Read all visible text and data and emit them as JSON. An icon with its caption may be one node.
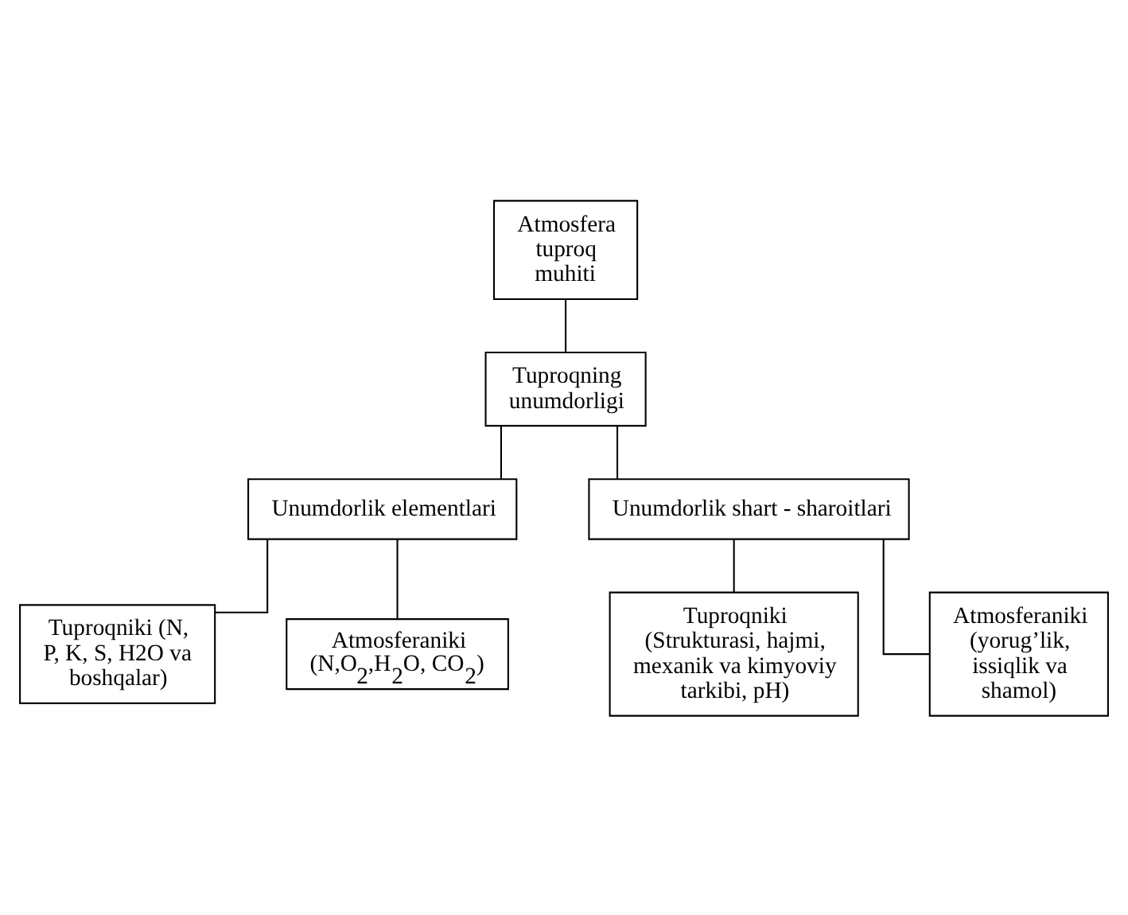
{
  "diagram": {
    "nodes": [
      {
        "text": [
          "Atmosfera tuproq muhiti"
        ]
      },
      {
        "text": [
          "Tuproqning unumdorligi"
        ]
      },
      {
        "text": [
          "Unumdorlik elementlari"
        ]
      },
      {
        "text": [
          "Unumdorlik shart - sharoitlari"
        ]
      },
      {
        "text": [
          "Tuproqniki (N, P, K, S, H2O va boshqalar)"
        ]
      },
      {
        "text": [
          "Tuproqniki (Strukturasi, hajmi, mexanik va kimyoviy tarkibi, pH)"
        ]
      },
      {
        "text": [
          "Atmosferaniki (N,O$_{2}$,H$_{2}$O, CO$_{2}$)"
        ]
      },
      {
        "text": [
          "Atmosferaniki (yorug’lik, issiqlik va shamol)"
        ]
      }
    ],
    "edges": [
      {
        "from": 0,
        "to": 1,
        "arrow": "none"
      },
      {
        "from": 1,
        "to": 2,
        "arrow": "none"
      },
      {
        "from": 1,
        "to": 3,
        "arrow": "none"
      },
      {
        "from": 2,
        "to": 4,
        "arrow": "none"
      },
      {
        "from": 2,
        "to": 6,
        "arrow": "none"
      },
      {
        "from": 3,
        "to": 5,
        "arrow": "none"
      },
      {
        "from": 3,
        "to": 7,
        "arrow": "none"
      }
    ]
  }
}
